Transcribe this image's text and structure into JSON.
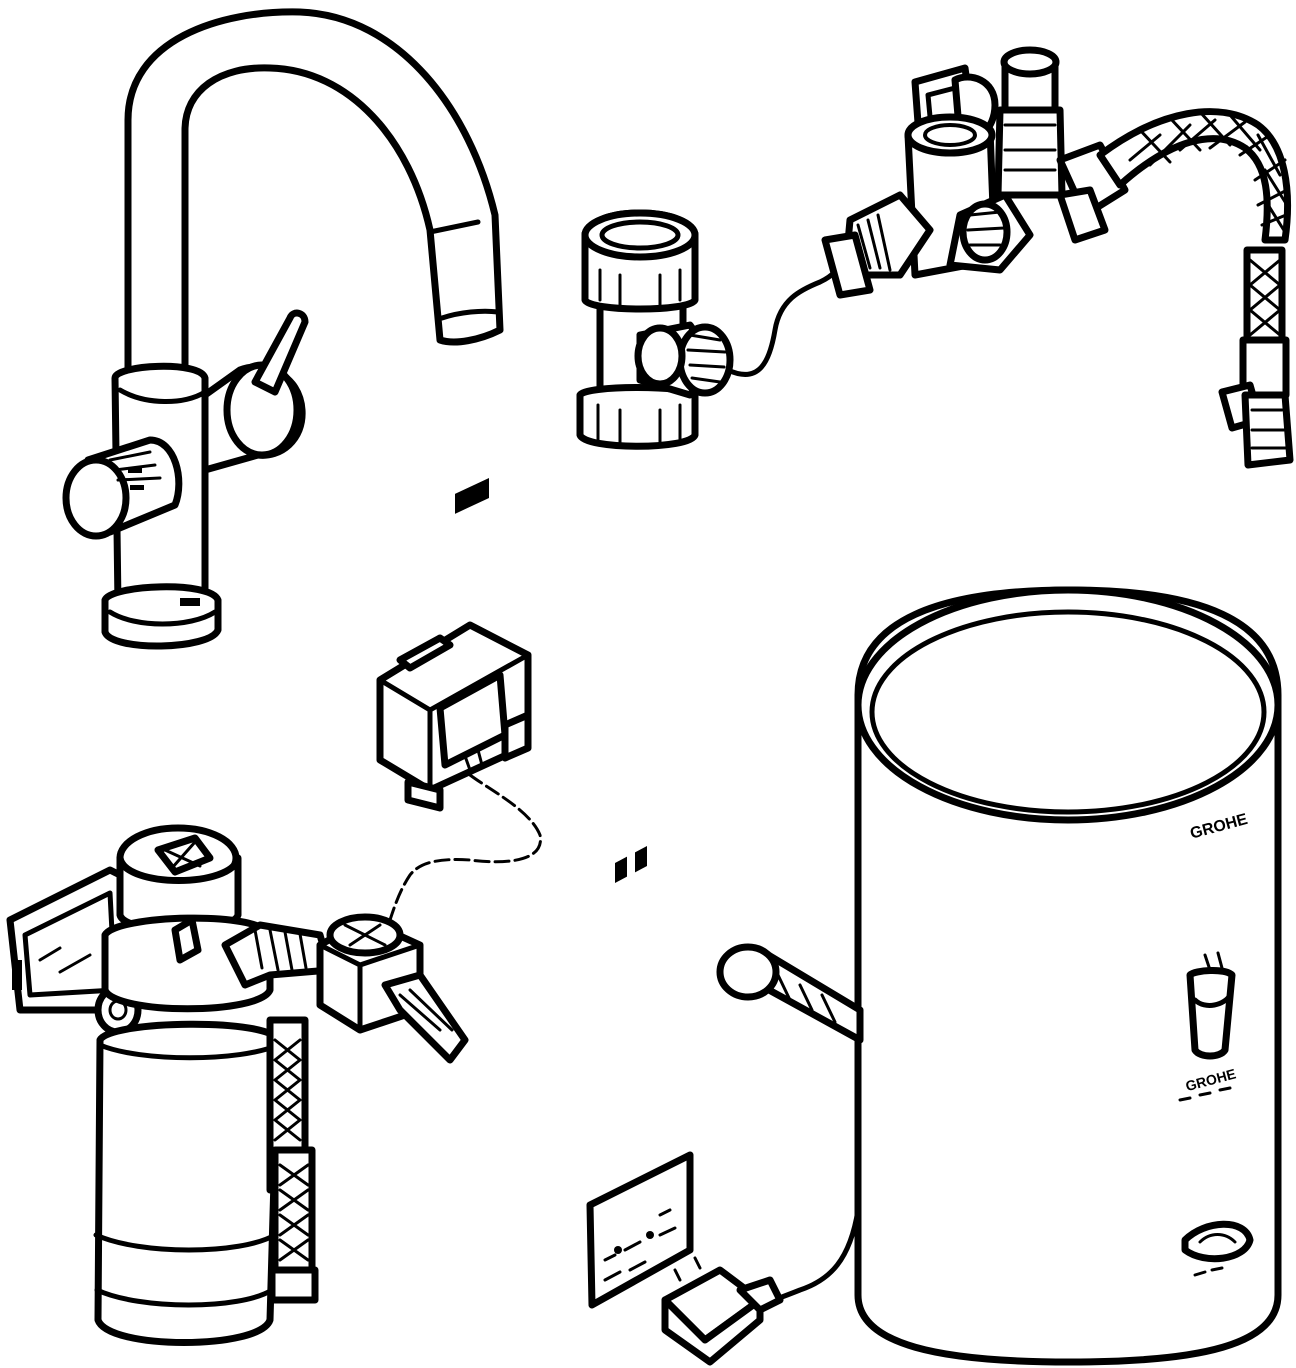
{
  "figure": {
    "components": [
      "faucet",
      "t-piece-with-sensor",
      "mixing-valve-with-hose",
      "control-box",
      "filter-unit",
      "boiler-tank",
      "warning-label",
      "power-plug"
    ]
  },
  "boiler": {
    "brand_text": "GROHE"
  },
  "colors": {
    "line": "#000000",
    "background": "#ffffff"
  }
}
